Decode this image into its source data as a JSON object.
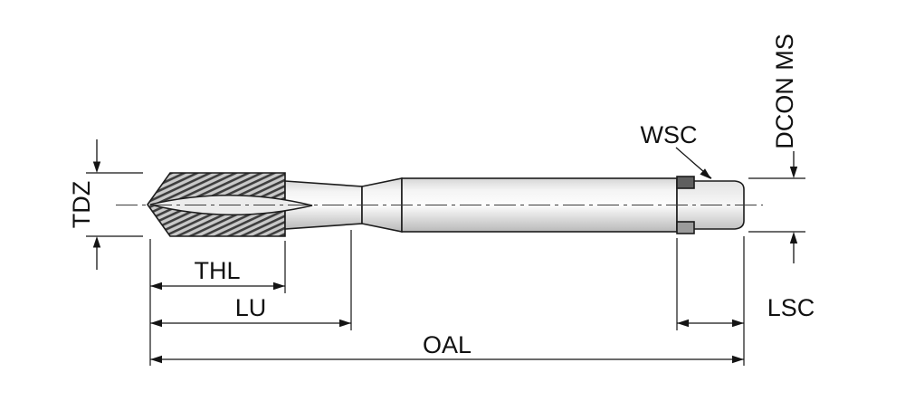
{
  "drawing": {
    "labels": {
      "tdz": "TDZ",
      "thl": "THL",
      "lu": "LU",
      "oal": "OAL",
      "wsc": "WSC",
      "dcon_ms": "DCON MS",
      "lsc": "LSC"
    },
    "colors": {
      "background": "#ffffff",
      "line": "#141414",
      "metal_light": "#fdfdfd",
      "metal_dark": "#b9b9b9",
      "thread_hatch": "#3e3e3e"
    }
  }
}
